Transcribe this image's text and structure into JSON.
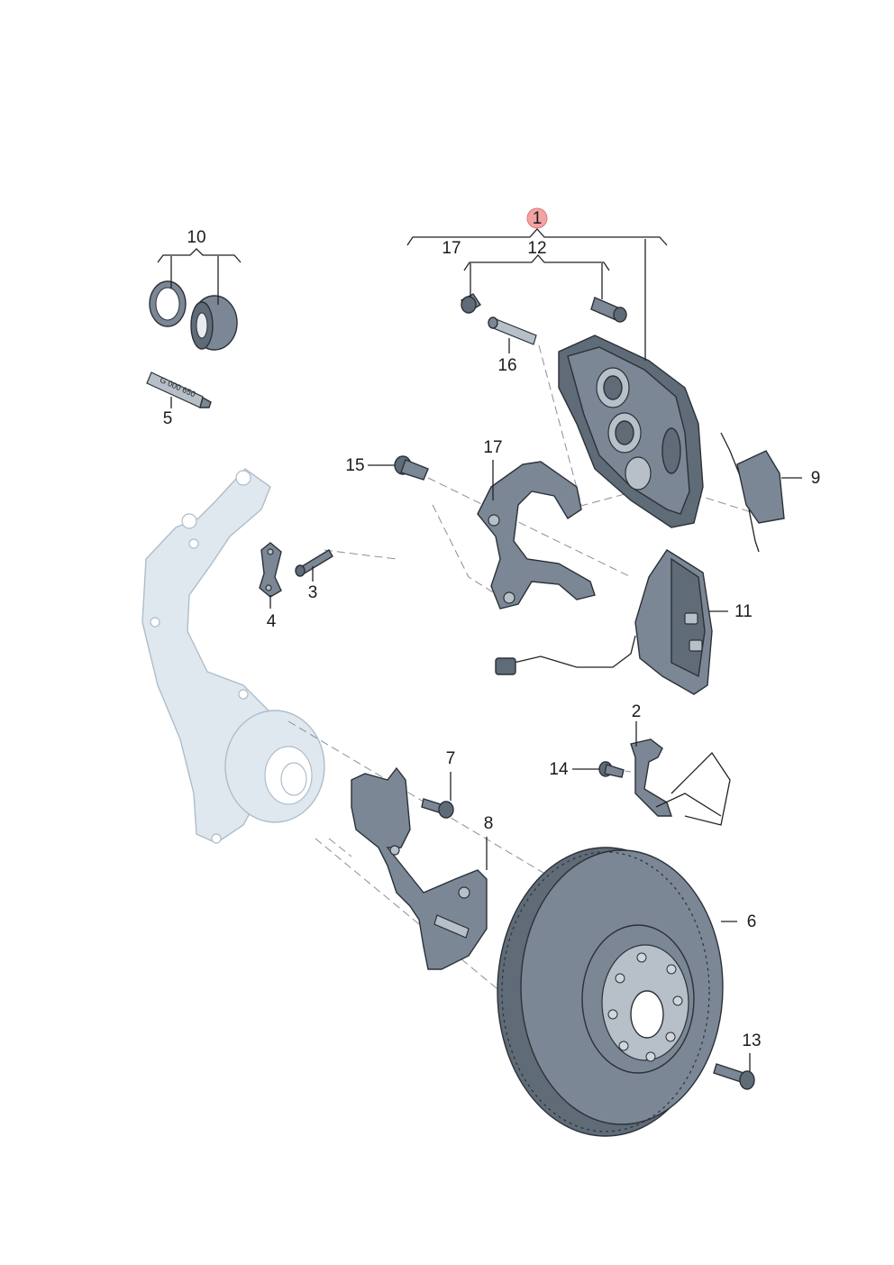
{
  "callouts": {
    "c1": "1",
    "c2": "2",
    "c3": "3",
    "c4": "4",
    "c5": "5",
    "c6": "6",
    "c7": "7",
    "c8": "8",
    "c9": "9",
    "c10": "10",
    "c11": "11",
    "c12": "12",
    "c13": "13",
    "c14": "14",
    "c15": "15",
    "c16": "16",
    "c17a": "17",
    "c17b": "17"
  },
  "grease_tube_text": "G 000 650",
  "highlight_color": "#f2a3a3"
}
